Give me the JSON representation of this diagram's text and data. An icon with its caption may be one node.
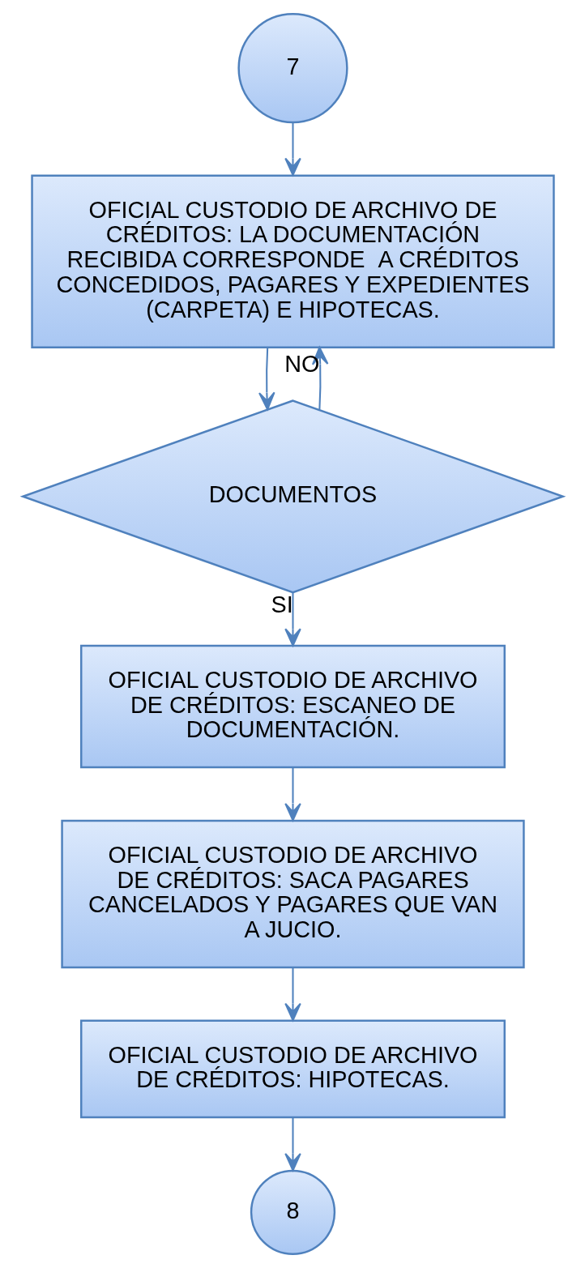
{
  "diagram": {
    "nodes": [
      {
        "text": [
          "7"
        ]
      },
      {
        "text": [
          "OFICIAL CUSTODIO DE ARCHIVO DE CRÉDITOS: LA DOCUMENTACIÓN RECIBIDA CORRESPONDE  A CRÉDITOS CONCEDIDOS, PAGARES Y EXPEDIENTES (CARPETA) E HIPOTECAS."
        ]
      },
      {
        "text": [
          "DOCUMENTOS"
        ]
      },
      {
        "text": [
          "OFICIAL CUSTODIO DE ARCHIVO DE CRÉDITOS: ESCANEO DE DOCUMENTACIÓN."
        ]
      },
      {
        "text": [
          "OFICIAL CUSTODIO DE ARCHIVO DE CRÉDITOS: SACA PAGARES CANCELADOS Y PAGARES QUE VAN A JUCIO."
        ]
      },
      {
        "text": [
          "OFICIAL CUSTODIO DE ARCHIVO DE CRÉDITOS: HIPOTECAS."
        ]
      },
      {
        "text": [
          "8"
        ]
      }
    ],
    "edges": [
      {
        "from": 0,
        "to": 1,
        "arrow": "to"
      },
      {
        "from": 1,
        "to": 2,
        "arrow": "to"
      },
      {
        "from": 2,
        "to": 3,
        "arrow": "to",
        "label": "SI"
      },
      {
        "from": 2,
        "to": 1,
        "arrow": "to",
        "label": "NO"
      },
      {
        "from": 3,
        "to": 4,
        "arrow": "to"
      },
      {
        "from": 4,
        "to": 5,
        "arrow": "to"
      },
      {
        "from": 5,
        "to": 6,
        "arrow": "to"
      }
    ]
  }
}
